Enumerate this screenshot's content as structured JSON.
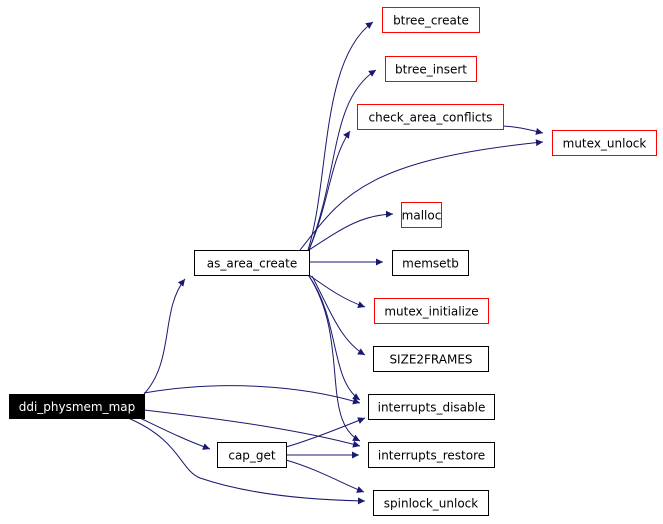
{
  "diagram": {
    "type": "call-graph",
    "colors": {
      "edge": "#191970",
      "root_fill": "#000000",
      "root_text": "#ffffff",
      "documented_border": "#000000",
      "undocumented_border": "#ff0000"
    },
    "nodes": [
      {
        "id": "ddi_physmem_map",
        "label": "ddi_physmem_map",
        "style": "root"
      },
      {
        "id": "as_area_create",
        "label": "as_area_create",
        "style": "normal"
      },
      {
        "id": "cap_get",
        "label": "cap_get",
        "style": "normal"
      },
      {
        "id": "btree_create",
        "label": "btree_create",
        "style": "red"
      },
      {
        "id": "btree_insert",
        "label": "btree_insert",
        "style": "red"
      },
      {
        "id": "check_area_conflicts",
        "label": "check_area_conflicts",
        "style": "red"
      },
      {
        "id": "mutex_unlock",
        "label": "mutex_unlock",
        "style": "red"
      },
      {
        "id": "malloc",
        "label": "malloc",
        "style": "red"
      },
      {
        "id": "memsetb",
        "label": "memsetb",
        "style": "normal"
      },
      {
        "id": "mutex_initialize",
        "label": "mutex_initialize",
        "style": "red"
      },
      {
        "id": "SIZE2FRAMES",
        "label": "SIZE2FRAMES",
        "style": "normal"
      },
      {
        "id": "interrupts_disable",
        "label": "interrupts_disable",
        "style": "normal"
      },
      {
        "id": "interrupts_restore",
        "label": "interrupts_restore",
        "style": "normal"
      },
      {
        "id": "spinlock_unlock",
        "label": "spinlock_unlock",
        "style": "normal"
      }
    ],
    "edges": [
      {
        "from": "ddi_physmem_map",
        "to": "as_area_create"
      },
      {
        "from": "ddi_physmem_map",
        "to": "interrupts_disable"
      },
      {
        "from": "ddi_physmem_map",
        "to": "interrupts_restore"
      },
      {
        "from": "ddi_physmem_map",
        "to": "cap_get"
      },
      {
        "from": "ddi_physmem_map",
        "to": "spinlock_unlock"
      },
      {
        "from": "as_area_create",
        "to": "btree_create"
      },
      {
        "from": "as_area_create",
        "to": "btree_insert"
      },
      {
        "from": "as_area_create",
        "to": "check_area_conflicts"
      },
      {
        "from": "as_area_create",
        "to": "mutex_unlock"
      },
      {
        "from": "as_area_create",
        "to": "malloc"
      },
      {
        "from": "as_area_create",
        "to": "memsetb"
      },
      {
        "from": "as_area_create",
        "to": "mutex_initialize"
      },
      {
        "from": "as_area_create",
        "to": "SIZE2FRAMES"
      },
      {
        "from": "as_area_create",
        "to": "interrupts_disable"
      },
      {
        "from": "as_area_create",
        "to": "interrupts_restore"
      },
      {
        "from": "check_area_conflicts",
        "to": "mutex_unlock"
      },
      {
        "from": "cap_get",
        "to": "interrupts_disable"
      },
      {
        "from": "cap_get",
        "to": "interrupts_restore"
      },
      {
        "from": "cap_get",
        "to": "spinlock_unlock"
      }
    ]
  }
}
